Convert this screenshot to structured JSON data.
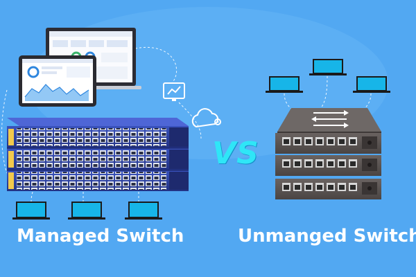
{
  "left_caption": "Managed Switch",
  "right_caption": "Unmanged Switch",
  "center_text": "VS",
  "colors": {
    "background": "#52A8F2",
    "vs_text": "#2FE6F7",
    "managed_switch": "#2B3F9E",
    "unmanaged_switch": "#5A5453",
    "laptop_screen": "#17B5E8",
    "caption_text": "#FFFFFF"
  },
  "icons": [
    "monitor-chart-icon",
    "cloud-gear-icon",
    "laptop-icon",
    "tablet-icon",
    "network-arrows-icon"
  ]
}
